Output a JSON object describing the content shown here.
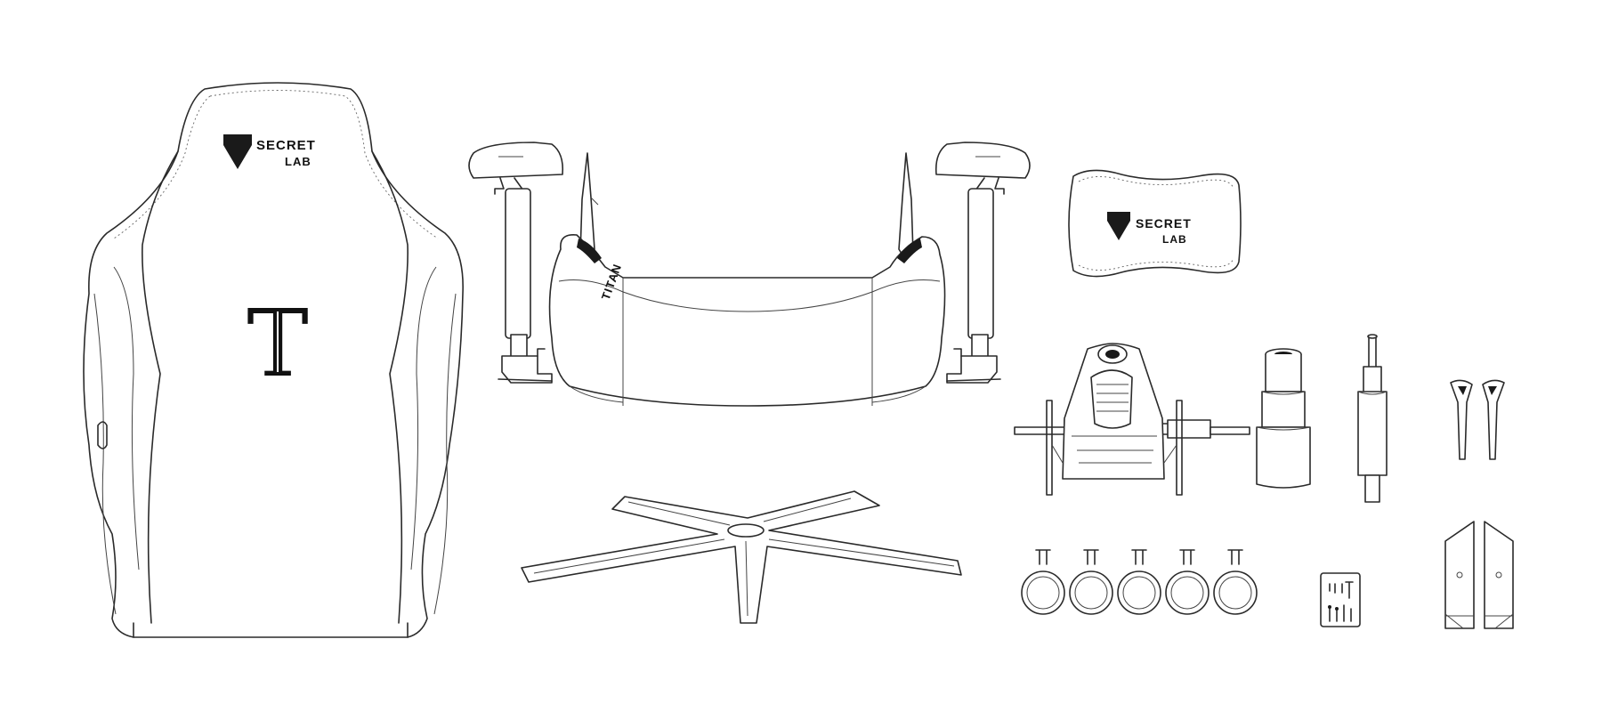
{
  "colors": {
    "line": "#2a2a2a",
    "background": "#ffffff",
    "logo": "#111111"
  },
  "backrest": {
    "logo_line1": "SECRET",
    "logo_line2": "LAB",
    "emblem": "T"
  },
  "pillow": {
    "logo_line1": "SECRET",
    "logo_line2": "LAB"
  },
  "seat": {
    "badge": "TITAN"
  },
  "icons": [
    "secretlab-shield-icon",
    "titan-t-emblem"
  ]
}
